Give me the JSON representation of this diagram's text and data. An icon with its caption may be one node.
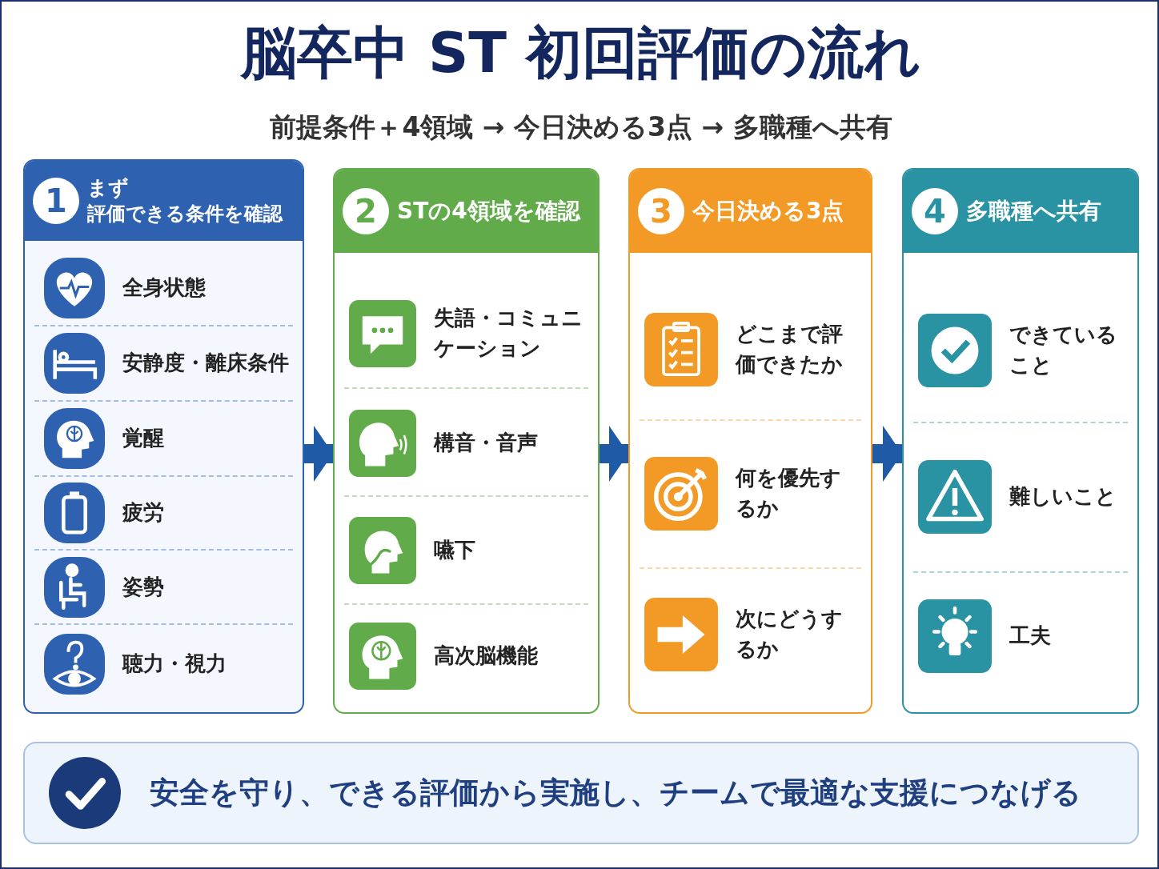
{
  "diagram": {
    "title": "脳卒中 ST 初回評価の流れ",
    "nodes": [
      {
        "text": [
          "1",
          "まず",
          "評価できる条件を確認"
        ]
      },
      {
        "text": [
          "全身状態"
        ],
        "in": 0
      },
      {
        "text": [
          "安静度・離床条件"
        ],
        "in": 0
      },
      {
        "text": [
          "覚醒"
        ],
        "in": 0
      },
      {
        "text": [
          "疲労"
        ],
        "in": 0
      },
      {
        "text": [
          "姿勢"
        ],
        "in": 0
      },
      {
        "text": [
          "聴力・視力"
        ],
        "in": 0
      },
      {
        "text": [
          "2",
          "STの4領域を確認"
        ]
      },
      {
        "text": [
          "失語・コミュニケーション"
        ],
        "in": 7
      },
      {
        "text": [
          "構音・音声"
        ],
        "in": 7
      },
      {
        "text": [
          "嚥下"
        ],
        "in": 7
      },
      {
        "text": [
          "高次脳機能"
        ],
        "in": 7
      },
      {
        "text": [
          "3",
          "今日決める3点"
        ]
      },
      {
        "text": [
          "どこまで評価できたか"
        ],
        "in": 12
      },
      {
        "text": [
          "何を優先するか"
        ],
        "in": 12
      },
      {
        "text": [
          "次にどうするか"
        ],
        "in": 12
      },
      {
        "text": [
          "4",
          "多職種へ共有"
        ]
      },
      {
        "text": [
          "できていること"
        ],
        "in": 16
      },
      {
        "text": [
          "難しいこと"
        ],
        "in": 16
      },
      {
        "text": [
          "工夫"
        ],
        "in": 16
      },
      {
        "text": [
          "安全を守り、できる評価から実施し、チームで最適な支援につなげる"
        ]
      }
    ],
    "edges": [
      {
        "from": 0,
        "to": 7,
        "arrow": "to"
      },
      {
        "from": 7,
        "to": 12,
        "arrow": "to"
      },
      {
        "from": 12,
        "to": 16,
        "arrow": "to"
      }
    ],
    "labels": [
      "前提条件＋4領域 → 今日決める3点 → 多職種へ共有"
    ]
  }
}
